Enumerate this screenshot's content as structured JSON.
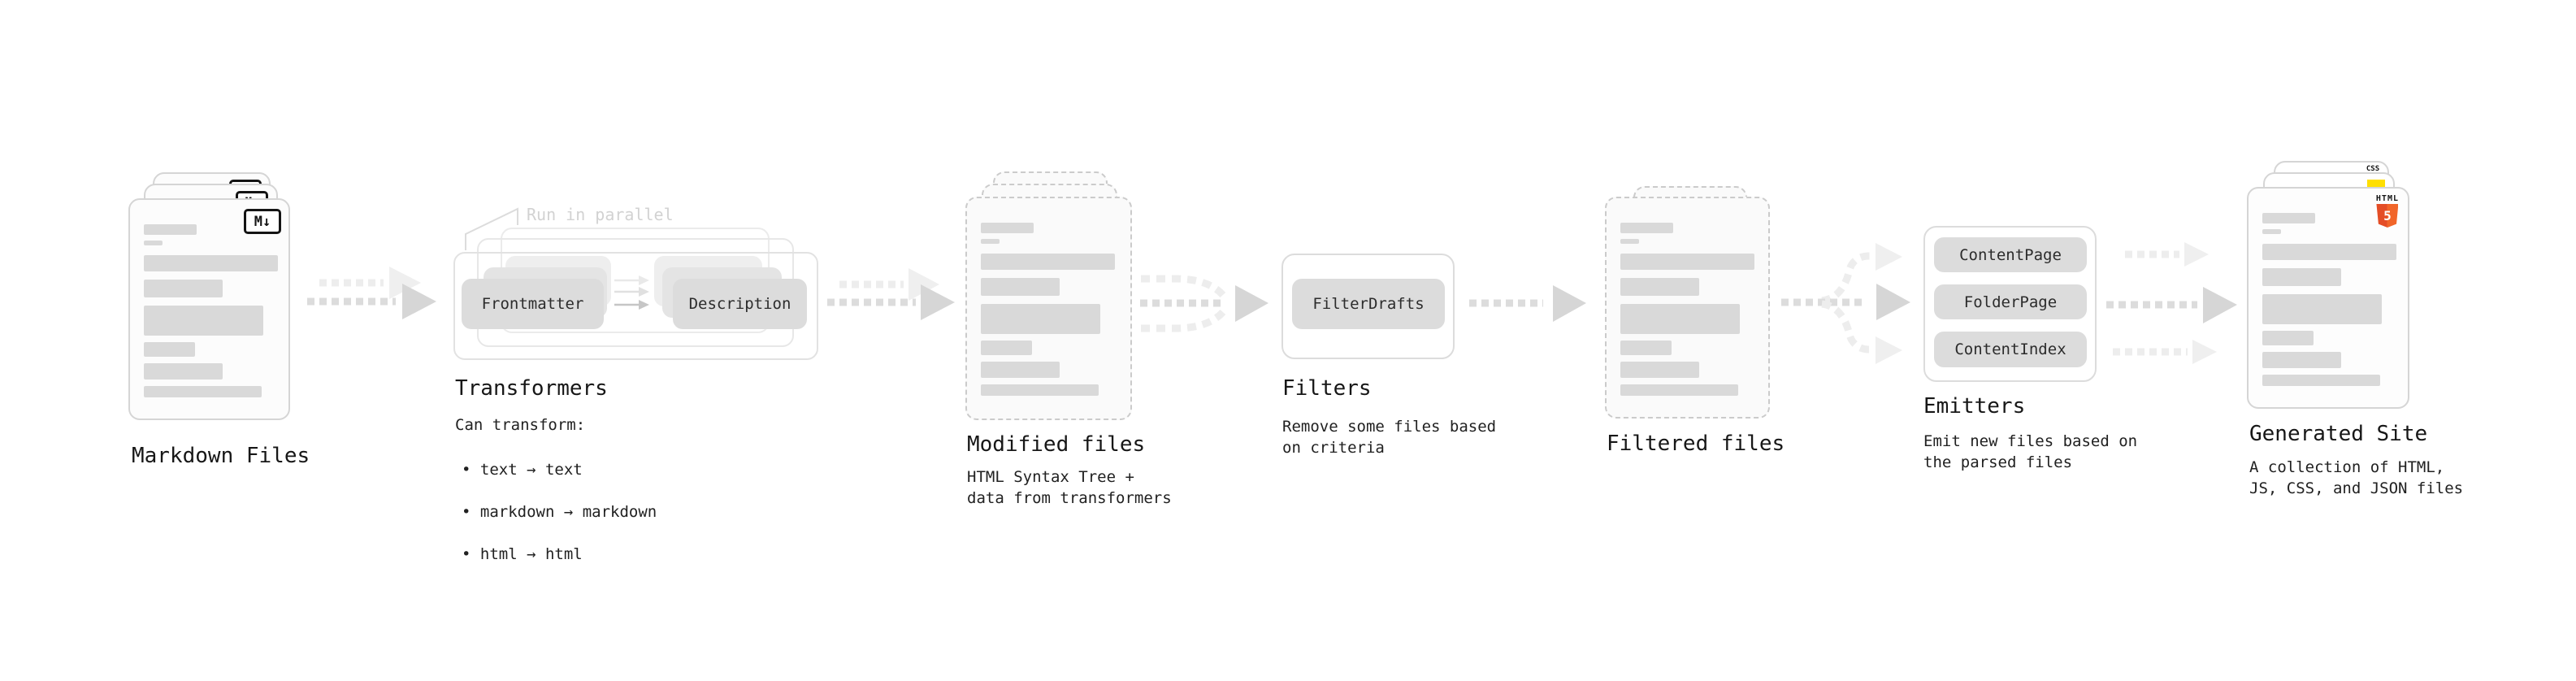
{
  "diagram": {
    "markdown_files": {
      "label": "Markdown Files",
      "badge": "M↓"
    },
    "transformers": {
      "label": "Transformers",
      "note": "Run in parallel",
      "pills": [
        "Frontmatter",
        "Description"
      ],
      "caption_title": "Can transform:",
      "bullets": [
        "• text → text",
        "• markdown → markdown",
        "• html → html"
      ]
    },
    "modified_files": {
      "label": "Modified files",
      "caption": "HTML Syntax Tree +\ndata from transformers"
    },
    "filters": {
      "label": "Filters",
      "pills": [
        "FilterDrafts"
      ],
      "caption": "Remove some files based\non criteria"
    },
    "filtered_files": {
      "label": "Filtered files"
    },
    "emitters": {
      "label": "Emitters",
      "pills": [
        "ContentPage",
        "FolderPage",
        "ContentIndex"
      ],
      "caption": "Emit new files based on\nthe parsed files"
    },
    "generated_site": {
      "label": "Generated Site",
      "caption": "A collection of HTML,\nJS, CSS, and JSON files",
      "badges": {
        "css": "CSS",
        "html": "HTML",
        "html5": "5"
      }
    }
  },
  "colors": {
    "html5_orange": "#e44d26",
    "js_yellow": "#ffdf00",
    "css_blue": "#2b62ff",
    "doc_bar": "#d9d9d9",
    "pill_fill": "#dcdcdc"
  }
}
